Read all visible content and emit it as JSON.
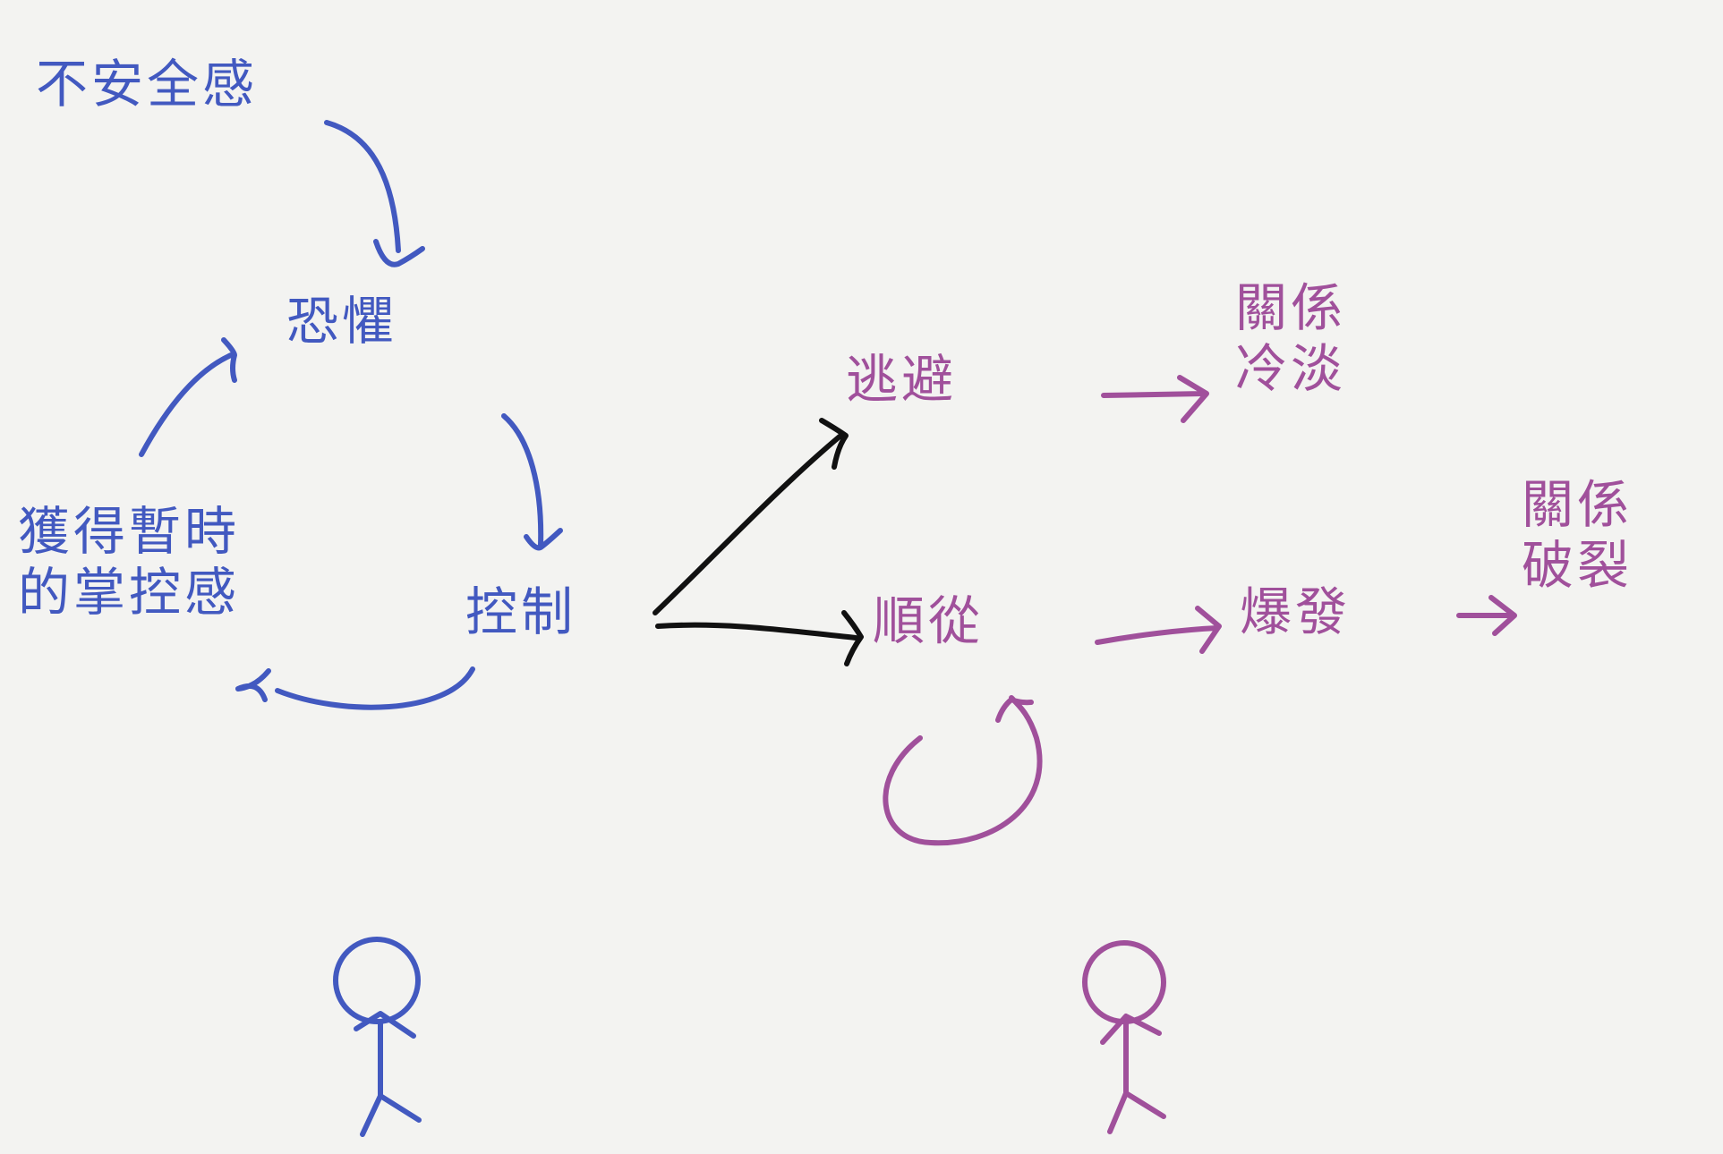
{
  "colors": {
    "background": "#f3f3f1",
    "loop_ink": "#4259c0",
    "outcome_ink": "#a0509b",
    "branch_ink": "#111111"
  },
  "labels": {
    "insecurity": "不安全感",
    "fear": "恐懼",
    "control": "控制",
    "temporary_control": [
      "獲得暫時",
      "的掌控感"
    ],
    "avoidance": "逃避",
    "cold_relationship": [
      "關係",
      "冷淡"
    ],
    "compliance": "順從",
    "explosion": "爆發",
    "broken_relationship": [
      "關係",
      "破裂"
    ]
  },
  "figures": [
    "stick-figure-blue",
    "stick-figure-purple"
  ]
}
